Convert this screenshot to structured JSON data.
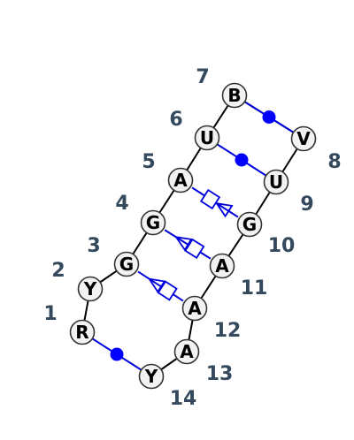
{
  "diagram": {
    "nucleotides": [
      {
        "index": "1",
        "letter": "R"
      },
      {
        "index": "2",
        "letter": "Y"
      },
      {
        "index": "3",
        "letter": "G"
      },
      {
        "index": "4",
        "letter": "G"
      },
      {
        "index": "5",
        "letter": "A"
      },
      {
        "index": "6",
        "letter": "U"
      },
      {
        "index": "7",
        "letter": "B"
      },
      {
        "index": "8",
        "letter": "V"
      },
      {
        "index": "9",
        "letter": "U"
      },
      {
        "index": "10",
        "letter": "G"
      },
      {
        "index": "11",
        "letter": "A"
      },
      {
        "index": "12",
        "letter": "A"
      },
      {
        "index": "13",
        "letter": "A"
      },
      {
        "index": "14",
        "letter": "Y"
      }
    ],
    "base_pairs": [
      {
        "from": 1,
        "to": 14,
        "symbol": "circle"
      },
      {
        "from": 3,
        "to": 12,
        "symbol": "triangle-square"
      },
      {
        "from": 4,
        "to": 11,
        "symbol": "triangle-square"
      },
      {
        "from": 5,
        "to": 10,
        "symbol": "square-triangle"
      },
      {
        "from": 6,
        "to": 9,
        "symbol": "circle"
      },
      {
        "from": 7,
        "to": 8,
        "symbol": "circle"
      }
    ],
    "colors": {
      "pair": "#0000dd",
      "backbone": "#000000",
      "node_fill": "#f2f2f2",
      "label": "#34495e"
    }
  }
}
